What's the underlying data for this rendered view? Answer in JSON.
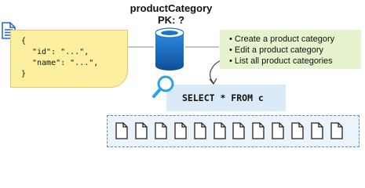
{
  "container": {
    "name": "productCategory",
    "partition_key": "PK: ?"
  },
  "json_document": {
    "lines": [
      "{",
      "\"id\": \"...\",",
      "\"name\": \"...\",",
      "}"
    ]
  },
  "operations": [
    "Create a product category",
    "Edit a product category",
    "List all product categories"
  ],
  "query": "SELECT * FROM c",
  "items": {
    "count": 12
  },
  "colors": {
    "note_fill": "#fcef9f",
    "ops_fill": "#e5f3cf",
    "query_fill": "#dbeaf7",
    "items_fill": "#ebf3fb",
    "items_border": "#5a8bbd",
    "database_blue": "#1a74c8",
    "document_icon_blue": "#1e66c1",
    "search_icon_blue": "#2aa2e6"
  }
}
